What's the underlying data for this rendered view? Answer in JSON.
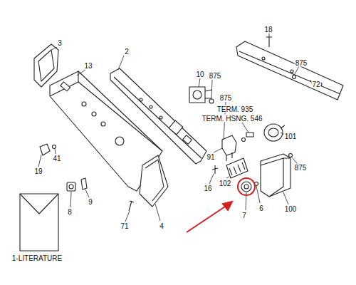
{
  "diagram": {
    "labels": [
      "3",
      "2",
      "13",
      "18",
      "10",
      "875",
      "875",
      "72",
      "875",
      "TERM. 935",
      "TERM. HSNG. 546",
      "101",
      "91",
      "19",
      "41",
      "875",
      "16",
      "102",
      "8",
      "9",
      "7",
      "6",
      "100",
      "71",
      "4",
      "1-LITERATURE"
    ]
  }
}
